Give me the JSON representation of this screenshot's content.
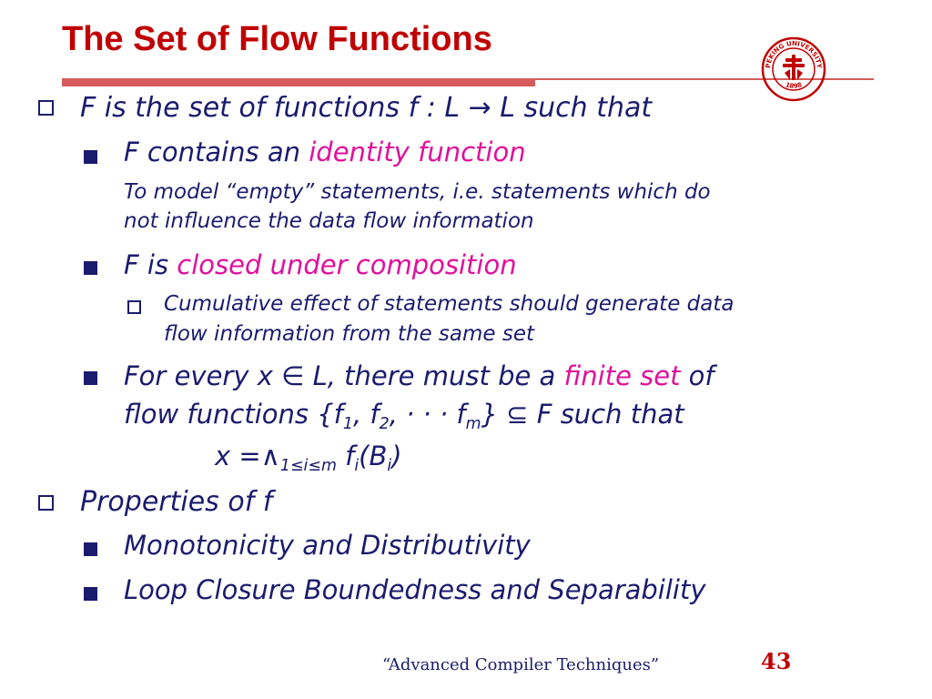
{
  "slide": {
    "title": "The Set of Flow Functions",
    "bullets": {
      "b1": {
        "text": "F is the set of functions f : L → L such that"
      },
      "b1a": {
        "pre": "F contains an ",
        "hl": "identity function"
      },
      "b1a_note_line1": "To model “empty” statements, i.e. statements which do",
      "b1a_note_line2": "not influence the data flow information",
      "b1b": {
        "pre": "F is ",
        "hl": "closed under composition"
      },
      "b1b_sub_line1": "Cumulative effect of statements should generate data",
      "b1b_sub_line2": "flow information from the same set",
      "b1c": {
        "pre": "For every x ∈ L, there must be a ",
        "hl": "finite set",
        "post": " of",
        "line2": {
          "pre": "flow functions {f",
          "s1": "1",
          "mid1": ", f",
          "s2": "2",
          "mid2": ", · · · f",
          "s3": "m",
          "post": "} ⊆ F such that"
        }
      },
      "formula": {
        "x": "x =∧",
        "sub1": "1≤i≤m",
        "f": " f",
        "sub2": "i",
        "paren": "(B",
        "sub3": "i",
        "close": ")"
      },
      "b2": {
        "text": "Properties of f"
      },
      "b2a": {
        "text": "Monotonicity and Distributivity"
      },
      "b2b": {
        "text": "Loop Closure Boundedness and Separability"
      }
    },
    "footer": "“Advanced Compiler Techniques”",
    "page_number": "43",
    "colors": {
      "title": "#c00000",
      "body": "#1b1b6e",
      "highlight": "#e0109b",
      "rule": "#d65c5c"
    },
    "logo": {
      "ring_text_top": "PEKING UNIVERSITY",
      "ring_text_bottom": "1898"
    }
  }
}
